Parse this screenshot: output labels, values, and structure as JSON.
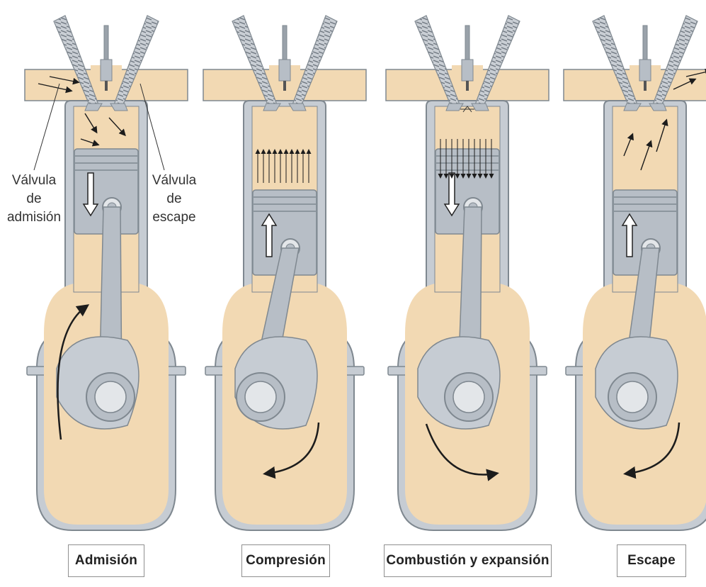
{
  "annotations": {
    "intake_valve": [
      "Válvula",
      "de",
      "admisión"
    ],
    "exhaust_valve": [
      "Válvula",
      "de",
      "escape"
    ]
  },
  "strokes": [
    {
      "label": "Admisión",
      "piston": "down",
      "gas_flow": "intake"
    },
    {
      "label": "Compresión",
      "piston": "up",
      "gas_flow": "compress"
    },
    {
      "label": "Combustión y expansión",
      "piston": "down",
      "gas_flow": "expand"
    },
    {
      "label": "Escape",
      "piston": "up",
      "gas_flow": "exhaust"
    }
  ],
  "colors": {
    "engine_block": "#c6ccd3",
    "block_outline": "#7f8890",
    "fluid": "#f2d9b3",
    "piston": "#b7bec6",
    "arrow": "#1c1c1c"
  }
}
